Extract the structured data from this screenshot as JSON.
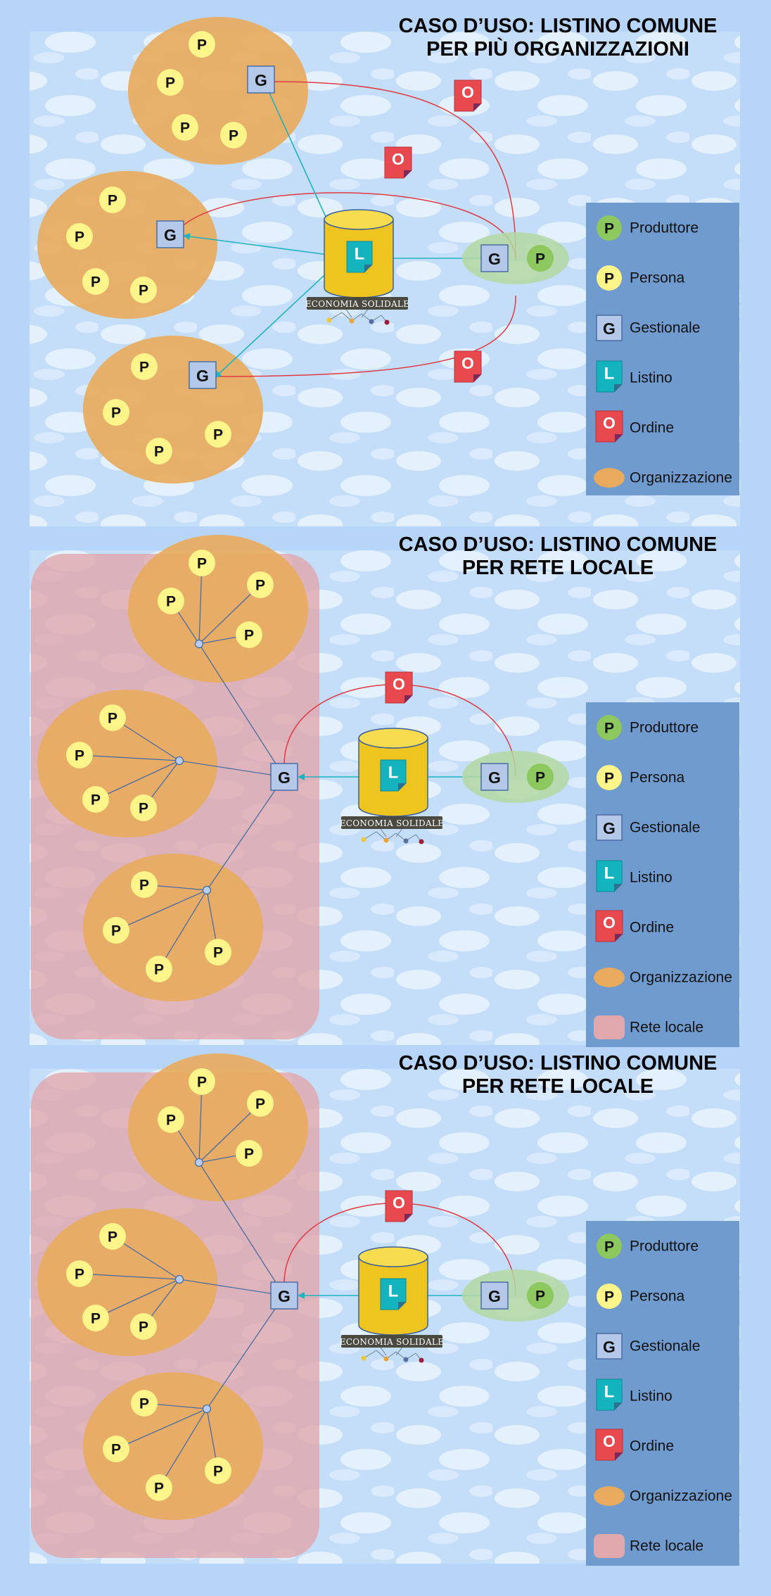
{
  "panels": [
    {
      "title_line1": "CASO D’USO: LISTINO COMUNE",
      "title_line2": "PER PIÙ ORGANIZZAZIONI"
    },
    {
      "title_line1": "CASO D’USO: LISTINO COMUNE",
      "title_line2": "PER RETE LOCALE"
    },
    {
      "title_line1": "CASO D’USO: LISTINO COMUNE",
      "title_line2": "PER RETE LOCALE"
    }
  ],
  "symbols": {
    "persona": "P",
    "produttore": "P",
    "gestionale": "G",
    "listino": "L",
    "ordine": "O"
  },
  "logo_text": "ECONOMIA SOLIDALE",
  "legend": {
    "produttore": "Produttore",
    "persona": "Persona",
    "gestionale": "Gestionale",
    "listino": "Listino",
    "ordine": "Ordine",
    "organizzazione": "Organizzazione",
    "rete_locale": "Rete locale"
  },
  "colors": {
    "page_background": "#b7d5f8",
    "organization_fill": "#e8ab5e",
    "persona_fill": "#fdf58a",
    "produttore_fill": "#8cc85e",
    "gestionale_fill": "#b4c9ea",
    "listino_fill": "#14b4be",
    "ordine_fill": "#e8494f",
    "database_fill": "#eec51f",
    "legend_panel": "#6f9bcf",
    "rete_locale_fill": "#e0a8ad",
    "order_line": "#e03a44",
    "listino_line": "#1fb3c0",
    "network_line": "#4b6da2"
  }
}
